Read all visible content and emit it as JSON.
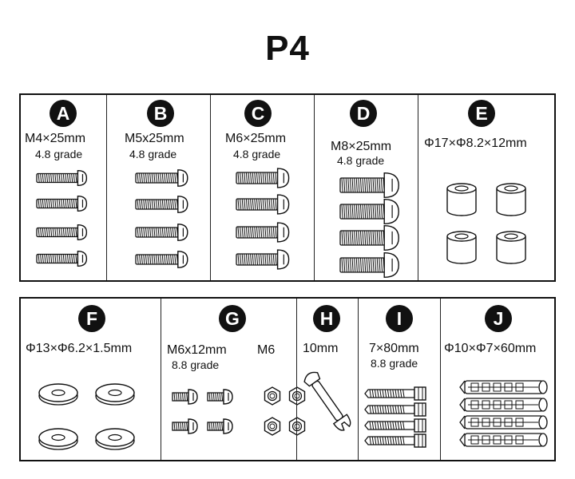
{
  "page": {
    "title": "P4"
  },
  "top_row": [
    {
      "letter": "A",
      "size": "M4×25mm",
      "grade": "4.8 grade",
      "icon": "bolt-icon"
    },
    {
      "letter": "B",
      "size": "M5x25mm",
      "grade": "4.8 grade",
      "icon": "bolt-icon"
    },
    {
      "letter": "C",
      "size": "M6×25mm",
      "grade": "4.8 grade",
      "icon": "bolt-icon"
    },
    {
      "letter": "D",
      "size": "M8×25mm",
      "grade": "4.8 grade",
      "icon": "bolt-icon"
    },
    {
      "letter": "E",
      "size": "Φ17×Φ8.2×12mm",
      "icon": "spacer-icon"
    }
  ],
  "bottom_row": [
    {
      "letter": "F",
      "size": "Φ13×Φ6.2×1.5mm",
      "icon": "washer-icon"
    },
    {
      "letter": "G",
      "size": "M6x12mm",
      "grade": "8.8 grade",
      "nut_label": "M6",
      "icon": "bolt-and-nut-icon"
    },
    {
      "letter": "H",
      "size": "10mm",
      "icon": "wrench-icon"
    },
    {
      "letter": "I",
      "size": "7×80mm",
      "grade": "8.8 grade",
      "icon": "lag-bolt-icon"
    },
    {
      "letter": "J",
      "size": "Φ10×Φ7×60mm",
      "icon": "wall-anchor-icon"
    }
  ]
}
